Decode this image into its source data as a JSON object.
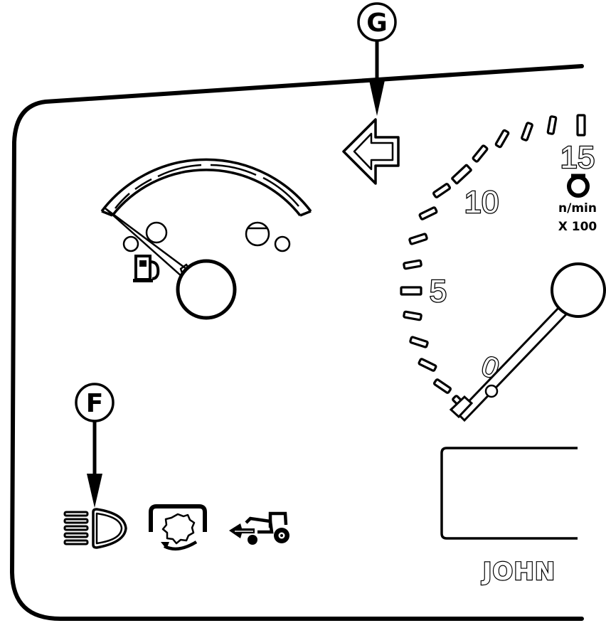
{
  "diagram": {
    "title": "Instrument panel (partial view) with callouts",
    "colors": {
      "line": "#000000",
      "background": "#ffffff"
    }
  },
  "callouts": {
    "g": {
      "label": "G",
      "points_to": "turn-signal-indicator"
    },
    "f": {
      "label": "F",
      "points_to": "headlight-indicator"
    }
  },
  "fuel_gauge": {
    "icon": "fuel-pump-icon",
    "indicator_icons": [
      "low-circle",
      "high-circle"
    ]
  },
  "tachometer": {
    "labels": {
      "zero": "0",
      "five": "5",
      "ten": "10",
      "fifteen": "15"
    },
    "unit": "n/min",
    "multiplier": "X 100",
    "icon": "engine-icon",
    "tick_count": 16
  },
  "indicators": [
    {
      "name": "headlight-indicator",
      "icon": "headlight-icon"
    },
    {
      "name": "pto-indicator",
      "icon": "pto-icon"
    },
    {
      "name": "tractor-indicator",
      "icon": "tractor-icon"
    }
  ],
  "display": {
    "name": "lcd-display"
  },
  "brand": {
    "text": "JOHN"
  }
}
